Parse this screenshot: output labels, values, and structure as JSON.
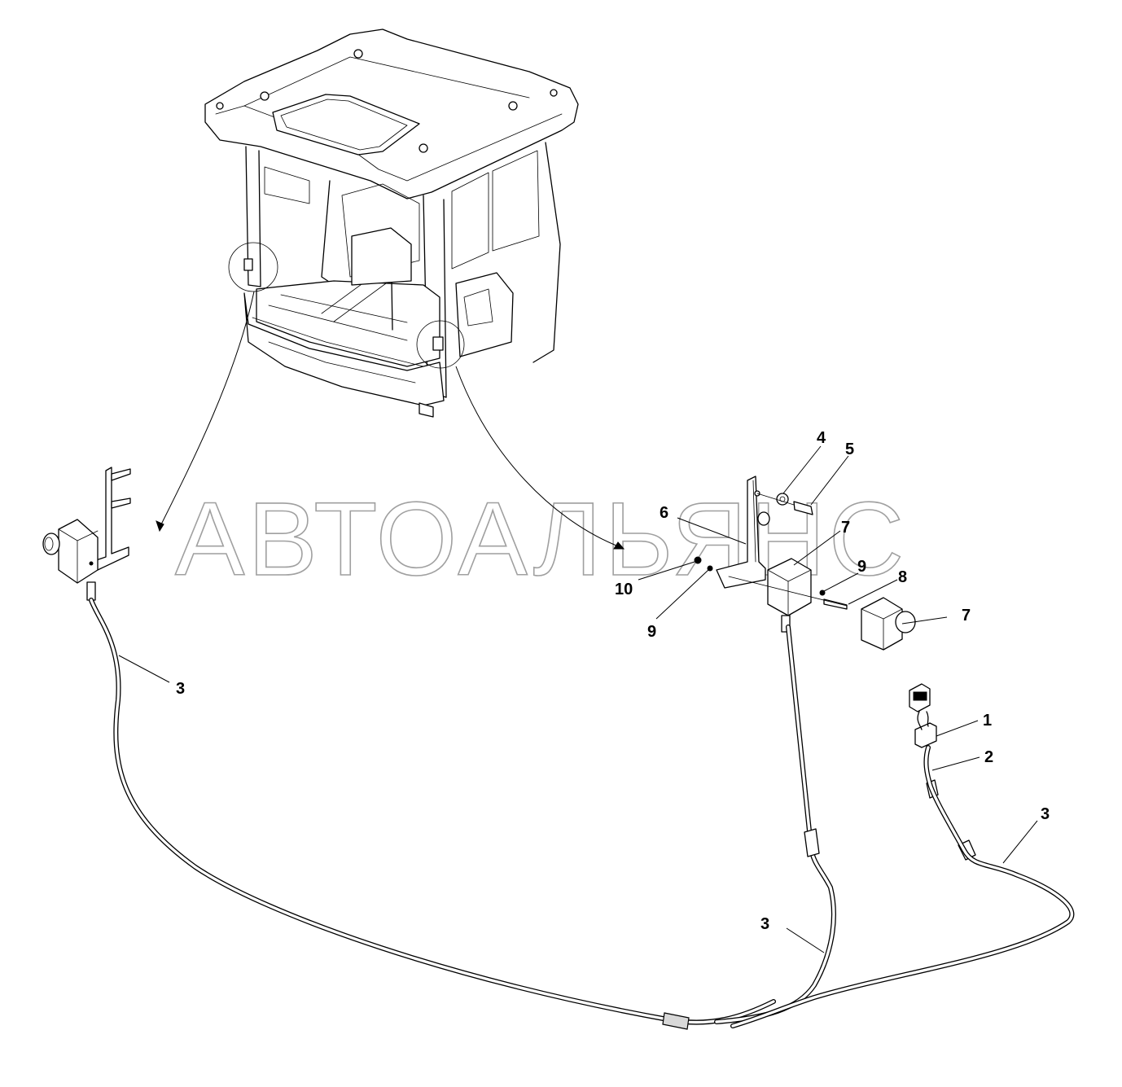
{
  "watermark": "АВТОАЛЬЯНС",
  "callouts": [
    {
      "id": "c4",
      "text": "4"
    },
    {
      "id": "c5",
      "text": "5"
    },
    {
      "id": "c6",
      "text": "6"
    },
    {
      "id": "c7a",
      "text": "7"
    },
    {
      "id": "c9a",
      "text": "9"
    },
    {
      "id": "c8",
      "text": "8"
    },
    {
      "id": "c7b",
      "text": "7"
    },
    {
      "id": "c10",
      "text": "10"
    },
    {
      "id": "c9b",
      "text": "9"
    },
    {
      "id": "c3a",
      "text": "3"
    },
    {
      "id": "c1",
      "text": "1"
    },
    {
      "id": "c2",
      "text": "2"
    },
    {
      "id": "c3b",
      "text": "3"
    },
    {
      "id": "c3c",
      "text": "3"
    }
  ]
}
